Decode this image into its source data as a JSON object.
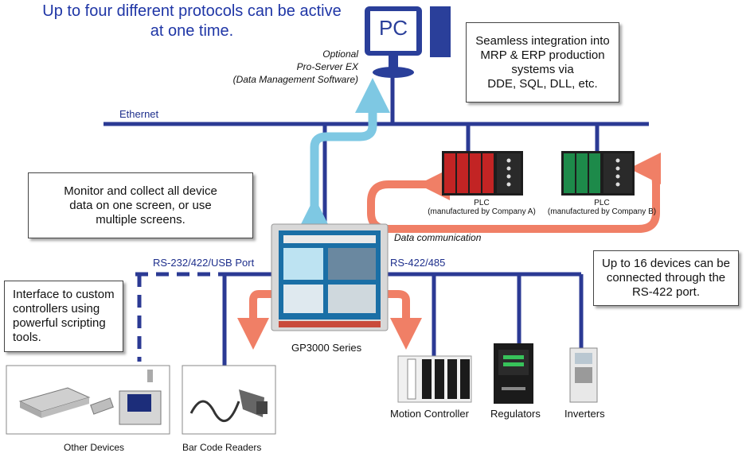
{
  "headline": "Up to four different protocols can be active\nat one time.",
  "pc": {
    "label": "PC",
    "caption": "Optional\nPro-Server EX\n(Data Management Software)"
  },
  "callouts": {
    "integration": "Seamless integration into\nMRP & ERP production\nsystems via\nDDE, SQL, DLL, etc.",
    "monitor": "Monitor and collect all device\ndata on one screen, or use\nmultiple screens.",
    "interface": "Interface to custom\ncontrollers using\npowerful scripting\ntools.",
    "rs422": "Up to 16 devices can be\nconnected through the\nRS-422 port."
  },
  "network": {
    "ethernet": "Ethernet",
    "rs232": "RS-232/422/USB Port",
    "rs422": "RS-422/485",
    "data_communication": "Data communication"
  },
  "hmi": {
    "label": "GP3000 Series"
  },
  "plcs": [
    {
      "label": "PLC",
      "maker": "(manufactured by Company A)"
    },
    {
      "label": "PLC",
      "maker": "(manufactured by Company B)"
    }
  ],
  "devices": [
    {
      "label": "Other Devices"
    },
    {
      "label": "Bar Code Readers"
    },
    {
      "label": "Motion Controller"
    },
    {
      "label": "Regulators"
    },
    {
      "label": "Inverters"
    }
  ],
  "colors": {
    "bus": "#2b3a94",
    "ethernet_arrow": "#7ec8e3",
    "data_arrow": "#f07f66",
    "pc": "#2a3f9a"
  }
}
